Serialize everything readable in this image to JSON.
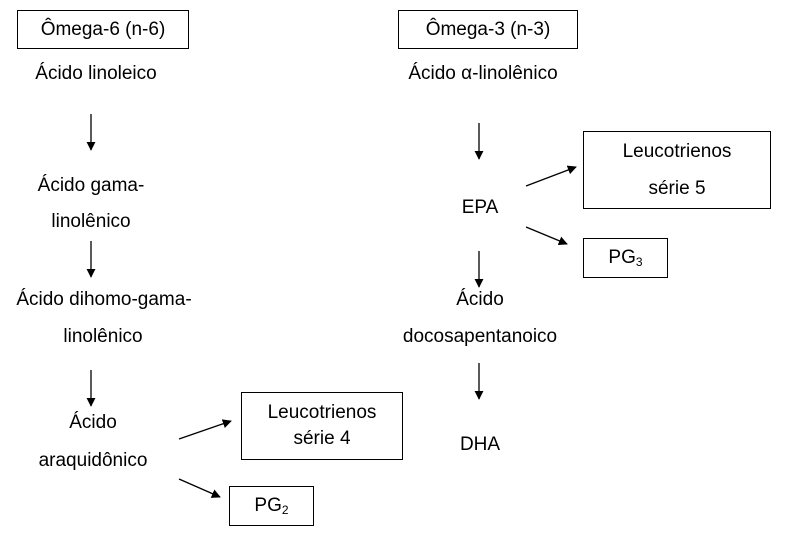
{
  "omega6": {
    "header": "Ômega-6 (n-6)",
    "linoleic": "Ácido linoleico",
    "gla_line1": "Ácido gama-",
    "gla_line2": "linolênico",
    "dgla_line1": "Ácido dihomo-gama-",
    "dgla_line2": "linolênico",
    "aa_line1": "Ácido",
    "aa_line2": "araquidônico",
    "leuko_line1": "Leucotrienos",
    "leuko_line2": "série 4",
    "pg_base": "PG",
    "pg_sub": "2"
  },
  "omega3": {
    "header": "Ômega-3 (n-3)",
    "ala": "Ácido α-linolênico",
    "epa": "EPA",
    "dpa_line1": "Ácido",
    "dpa_line2": "docosapentanoico",
    "dha": "DHA",
    "leuko_line1": "Leucotrienos",
    "leuko_line2": "série 5",
    "pg_base": "PG",
    "pg_sub": "3"
  }
}
